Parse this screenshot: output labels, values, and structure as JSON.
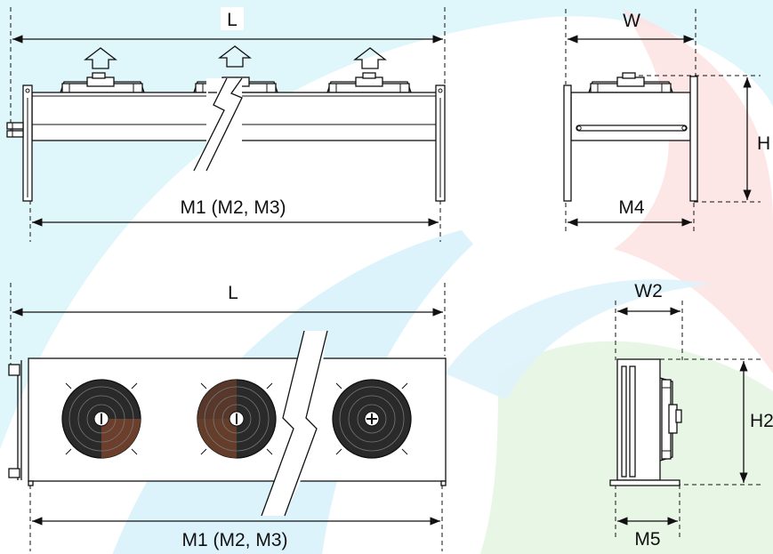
{
  "labels": {
    "top_length": "L",
    "top_mount": "M1 (M2, M3)",
    "side_width": "W",
    "side_height": "H",
    "side_mount": "M4",
    "bottom_length": "L",
    "bottom_mount": "M1 (M2, M3)",
    "vertical_width": "W2",
    "vertical_height": "H2",
    "vertical_mount": "M5"
  },
  "colors": {
    "line": "#111111",
    "fan_dark": "#2a2a2a",
    "fan_brown": "#6b3f2b",
    "watermark_cyan": "#d9f4fb",
    "watermark_red": "#fde1e1",
    "watermark_green": "#e4f4e1"
  },
  "icons": [
    "airflow-up-arrow-icon",
    "fan-guard-icon",
    "break-mark-icon"
  ]
}
